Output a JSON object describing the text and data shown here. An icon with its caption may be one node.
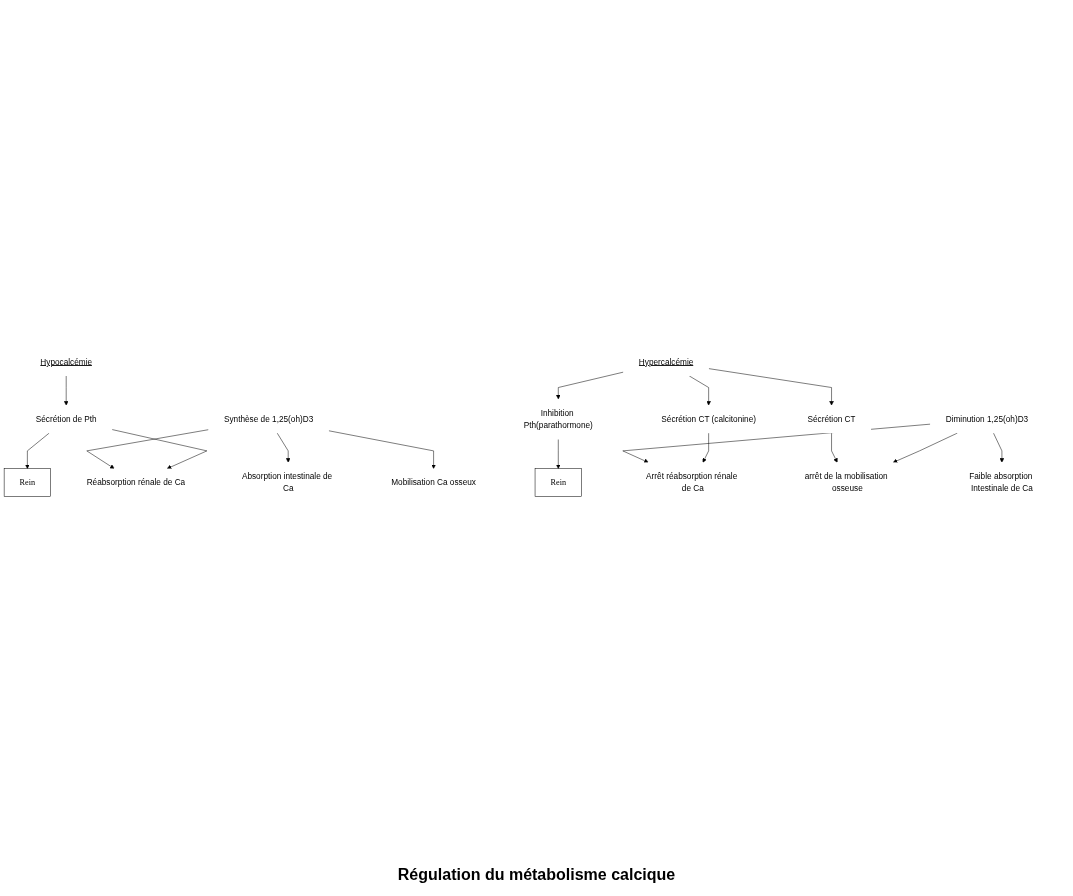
{
  "diagram": {
    "caption": "Régulation du métabolisme calcique",
    "nodes": [
      {
        "text": [
          "Hypocalcémie"
        ]
      },
      {
        "text": [
          "Sécrétion de Pth"
        ]
      },
      {
        "text": [
          "Rein"
        ]
      },
      {
        "text": [
          "Synthèse de 1,25(oh)D3"
        ]
      },
      {
        "text": [
          "Réabsorption rénale de Ca"
        ]
      },
      {
        "text": [
          "Absorption intestinale de Ca"
        ]
      },
      {
        "text": [
          "Mobilisation Ca osseux"
        ]
      },
      {
        "text": [
          "Hypercalcémie"
        ]
      },
      {
        "text": [
          "Sécrétion CT (calcitonine)"
        ]
      },
      {
        "text": [
          "Inhibition Pth(parathormone)"
        ]
      },
      {
        "text": [
          "Sécrétion CT"
        ]
      },
      {
        "text": [
          "Rein"
        ]
      },
      {
        "text": [
          "Diminution 1,25(oh)D3"
        ]
      },
      {
        "text": [
          "Arrêt réabsorption rénale de Ca"
        ]
      },
      {
        "text": [
          "Faible absorption Intestinale de Ca"
        ]
      },
      {
        "text": [
          "arrêt de la mobilisation osseuse"
        ]
      }
    ],
    "edges": [
      {
        "from": 0,
        "to": 1,
        "arrow": "to"
      },
      {
        "from": 1,
        "to": 4,
        "arrow": "to"
      },
      {
        "from": 1,
        "to": 2,
        "arrow": "to"
      },
      {
        "from": 3,
        "to": 4,
        "arrow": "to"
      },
      {
        "from": 3,
        "to": 5,
        "arrow": "to"
      },
      {
        "from": 3,
        "to": 6,
        "arrow": "to"
      },
      {
        "from": 7,
        "to": 8,
        "arrow": "to"
      },
      {
        "from": 7,
        "to": 9,
        "arrow": "to"
      },
      {
        "from": 7,
        "to": 10,
        "arrow": "to"
      },
      {
        "from": 9,
        "to": 11,
        "arrow": "to"
      },
      {
        "from": 8,
        "to": 13,
        "arrow": "to"
      },
      {
        "from": 12,
        "to": 13,
        "arrow": "to"
      },
      {
        "from": 12,
        "to": 14,
        "arrow": "to"
      },
      {
        "from": 12,
        "to": 15,
        "arrow": "to"
      },
      {
        "from": 10,
        "to": 15,
        "arrow": "to"
      }
    ]
  }
}
